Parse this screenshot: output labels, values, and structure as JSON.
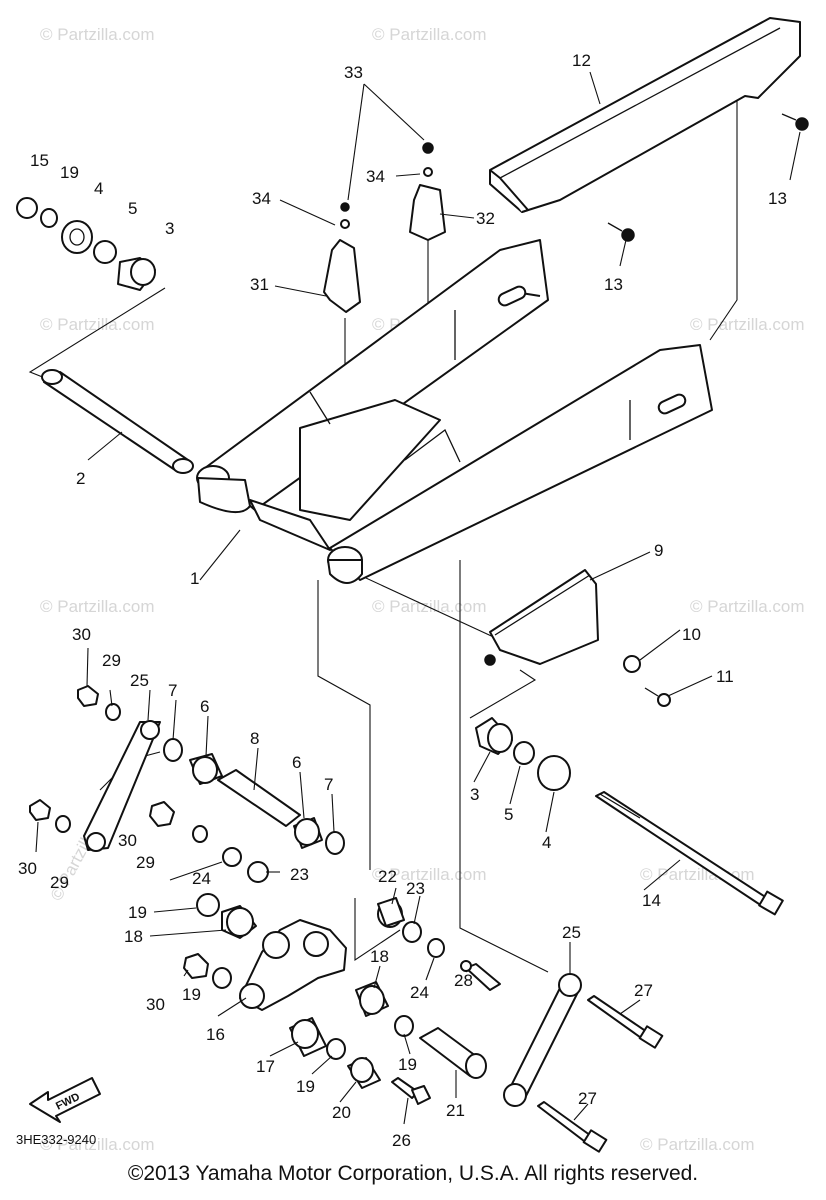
{
  "diagram": {
    "catalog_code": "3HE332-9240",
    "fwd_label": "FWD",
    "copyright": "©2013 Yamaha Motor Corporation, U.S.A. All rights reserved.",
    "watermark": "© Partzilla.com",
    "callouts": {
      "c1": "1",
      "c2": "2",
      "c3a": "3",
      "c3b": "3",
      "c4a": "4",
      "c4b": "4",
      "c5a": "5",
      "c5b": "5",
      "c6a": "6",
      "c6b": "6",
      "c7a": "7",
      "c7b": "7",
      "c8": "8",
      "c9": "9",
      "c10": "10",
      "c11": "11",
      "c12": "12",
      "c13a": "13",
      "c13b": "13",
      "c14": "14",
      "c15": "15",
      "c16": "16",
      "c17": "17",
      "c18a": "18",
      "c18b": "18",
      "c19a": "19",
      "c19b": "19",
      "c19c": "19",
      "c19d": "19",
      "c19e": "19",
      "c20": "20",
      "c21": "21",
      "c22": "22",
      "c23a": "23",
      "c23b": "23",
      "c24a": "24",
      "c24b": "24",
      "c25a": "25",
      "c25b": "25",
      "c26": "26",
      "c27a": "27",
      "c27b": "27",
      "c28": "28",
      "c29a": "29",
      "c29b": "29",
      "c29c": "29",
      "c30a": "30",
      "c30b": "30",
      "c30c": "30",
      "c30d": "30",
      "c31": "31",
      "c32": "32",
      "c33": "33",
      "c34a": "34",
      "c34b": "34"
    }
  }
}
